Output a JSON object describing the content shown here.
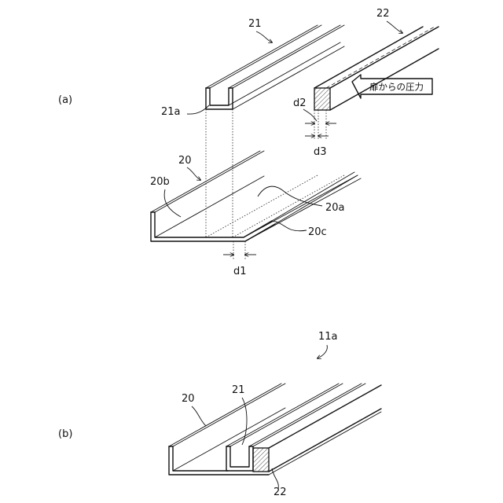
{
  "panels": {
    "a_label": "(a)",
    "b_label": "(b)"
  },
  "panel_a": {
    "part_21": "21",
    "part_21a": "21a",
    "part_22": "22",
    "pressure_arrow_text": "扉からの圧力",
    "dim_d2": "d2",
    "dim_d3": "d3",
    "part_20": "20",
    "part_20b": "20b",
    "part_20a": "20a",
    "part_20c": "20c",
    "dim_d1": "d1"
  },
  "panel_b": {
    "part_11a": "11a",
    "part_20": "20",
    "part_21": "21",
    "part_22": "22"
  },
  "colors": {
    "ink": "#111111",
    "background": "#ffffff"
  }
}
